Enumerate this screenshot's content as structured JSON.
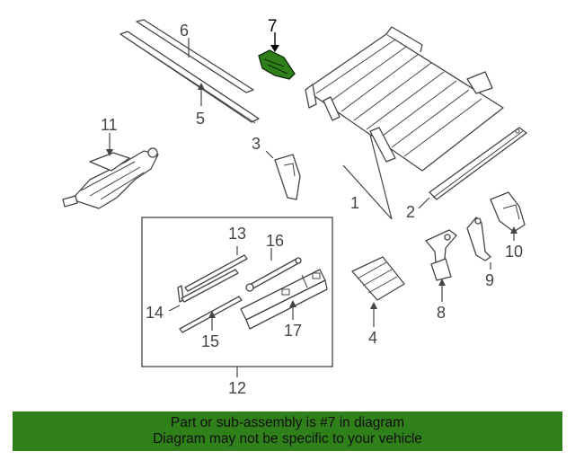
{
  "callouts": {
    "c1": "1",
    "c2": "2",
    "c3": "3",
    "c4": "4",
    "c5": "5",
    "c6": "6",
    "c7": "7",
    "c8": "8",
    "c9": "9",
    "c10": "10",
    "c11": "11",
    "c12": "12",
    "c13": "13",
    "c14": "14",
    "c15": "15",
    "c16": "16",
    "c17": "17"
  },
  "highlight_color": "#2f7f1a",
  "banner": {
    "line1": "Part or sub-assembly is #7 in diagram",
    "line2": "Diagram may not be specific to your vehicle"
  }
}
